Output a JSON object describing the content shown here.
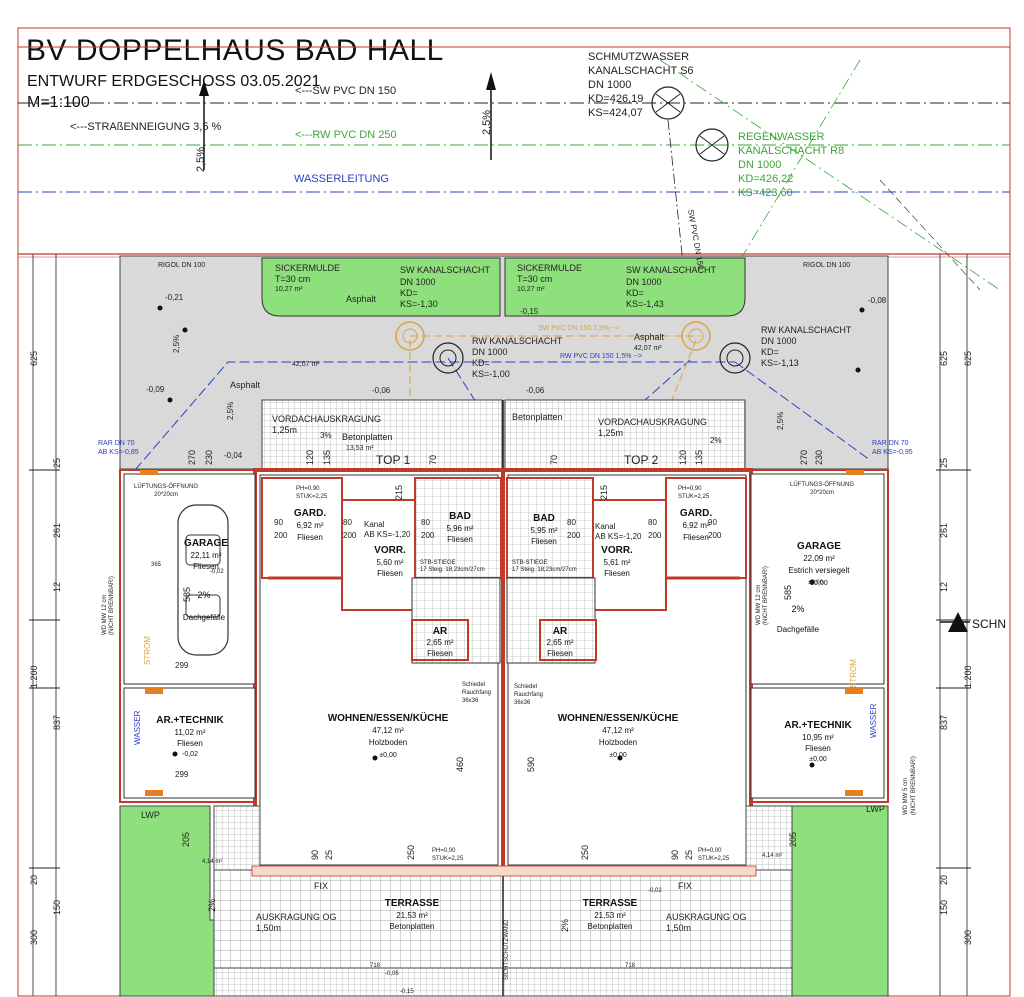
{
  "header": {
    "title": "BV DOPPELHAUS BAD HALL",
    "subtitle": "ENTWURF ERDGESCHOSS 03.05.2021",
    "scale": "M=1:100"
  },
  "colors": {
    "line": "#222222",
    "green_line": "#3aa63a",
    "blue_line": "#2b3fc8",
    "orange": "#d9a441",
    "lawn": "#8ee07c",
    "paving": "#d9d9d9",
    "wall_red": "#c0392b"
  },
  "site_labels": {
    "sw_pipe_top": "<---SW PVC DN 150",
    "street_slope": "<---STRAßENNEIGUNG 3,5 %",
    "rw_pipe_top": "<---RW PVC DN 250",
    "slope_left": "2,5%",
    "slope_mid": "2,5%",
    "water_line": "WASSERLEITUNG",
    "sw_shaft_title": "SCHMUTZWASSER",
    "sw_shaft_name": "KANALSCHACHT S6",
    "sw_shaft_dn": "DN 1000",
    "sw_shaft_kd": "KD=426,19",
    "sw_shaft_ks": "KS=424,07",
    "rw_shaft_title": "REGENWASSER",
    "rw_shaft_name": "KANALSCHACHT R8",
    "rw_shaft_dn": "DN 1000",
    "rw_shaft_kd": "KD=426,22",
    "rw_shaft_ks": "KS=423,60",
    "sw_pvc_vertical": "SW PVC DN 150",
    "schn": "SCHN"
  },
  "yard_labels": {
    "rigol_left": "RIGOL DN 100",
    "rigol_right": "RIGOL DN 100",
    "sicker_left": "SICKERMULDE",
    "sicker_left_t": "T=30 cm",
    "sicker_left_area": "10,27 m²",
    "sicker_right": "SICKERMULDE",
    "sicker_right_t": "T=30 cm",
    "sicker_right_area": "10,27 m²",
    "swk_left": "SW KANALSCHACHT",
    "swk_left_dn": "DN 1000",
    "swk_left_kd": "KD=",
    "swk_left_ks": "KS=-1,30",
    "swk_right": "SW KANALSCHACHT",
    "swk_right_dn": "DN 1000",
    "swk_right_kd": "KD=",
    "swk_right_ks": "KS=-1,43",
    "asphalt_left": "Asphalt",
    "asphalt_right": "Asphalt",
    "asphalt_right_area": "42,07 m²",
    "asphalt_left_area": "42,07 m²",
    "asphalt_small": "Asphalt",
    "rwk_mid": "RW KANALSCHACHT",
    "rwk_mid_dn": "DN 1000",
    "rwk_mid_kd": "KD=",
    "rwk_mid_ks": "KS=-1,00",
    "rwk_right": "RW KANALSCHACHT",
    "rwk_right_dn": "DN 1000",
    "rwk_right_kd": "KD=",
    "rwk_right_ks": "KS=-1,13",
    "sw_pvc_15": "SW PVC DN 150 1,5% -->",
    "rw_pvc_15": "RW PVC DN 150 1,5% -->",
    "lvl_021": "-0,21",
    "lvl_008": "-0,08",
    "lvl_015": "-0,15",
    "lvl_009": "-0,09",
    "lvl_004": "-0,04",
    "lvl_006a": "-0,06",
    "lvl_006b": "-0,06",
    "slope_25a": "2,5%",
    "slope_25b": "2,5%",
    "slope_25c": "2,5%",
    "slope_2": "2%",
    "slope_3": "3%",
    "rar_left": "RAR DN 70",
    "rar_left_ks": "AB KS=-0,85",
    "rar_right": "RAR DN 70",
    "rar_right_ks": "AB KS=-0,95"
  },
  "canopy": {
    "left_title": "VORDACHAUSKRAGUNG",
    "left_dim": "1,25m",
    "left_mat": "Betonplatten",
    "left_area": "13,53 m²",
    "right_title": "VORDACHAUSKRAGUNG",
    "right_dim": "1,25m",
    "right_mat": "Betonplatten",
    "top1": "TOP 1",
    "top2": "TOP 2"
  },
  "rooms": {
    "garage_l": {
      "name": "GARAGE",
      "area": "22,11 m²",
      "floor": "Fliesen",
      "slope": "2%",
      "note": "Dachgefälle",
      "vent": "LÜFTUNGS-ÖFFNUNG",
      "vent_size": "20*20cm"
    },
    "garage_r": {
      "name": "GARAGE",
      "area": "22,09 m²",
      "floor": "Estrich versiegelt",
      "slope": "2%",
      "note": "Dachgefälle",
      "vent": "LÜFTUNGS-ÖFFNUNG",
      "vent_size": "20*20cm",
      "lvl": "±0,00"
    },
    "gard_l": {
      "name": "GARD.",
      "area": "6,92 m²",
      "floor": "Fliesen"
    },
    "gard_r": {
      "name": "GARD.",
      "area": "6,92 m²",
      "floor": "Fliesen"
    },
    "bad_l": {
      "name": "BAD",
      "area": "5,96 m²",
      "floor": "Fliesen"
    },
    "bad_r": {
      "name": "BAD",
      "area": "5,95 m²",
      "floor": "Fliesen"
    },
    "vorr_l": {
      "name": "VORR.",
      "area": "5,60 m²",
      "floor": "Fliesen"
    },
    "vorr_r": {
      "name": "VORR.",
      "area": "5,61 m²",
      "floor": "Fliesen"
    },
    "ar_l": {
      "name": "AR",
      "area": "2,65 m²",
      "floor": "Fliesen"
    },
    "ar_r": {
      "name": "AR",
      "area": "2,65 m²",
      "floor": "Fliesen"
    },
    "wohnen_l": {
      "name": "WOHNEN/ESSEN/KÜCHE",
      "area": "47,12 m²",
      "floor": "Holzboden",
      "lvl": "±0,00"
    },
    "wohnen_r": {
      "name": "WOHNEN/ESSEN/KÜCHE",
      "area": "47,12 m²",
      "floor": "Holzboden",
      "lvl": "±0,00"
    },
    "tech_l": {
      "name": "AR.+TECHNIK",
      "area": "11,02 m²",
      "floor": "Fliesen",
      "lvl": "-0,02"
    },
    "tech_r": {
      "name": "AR.+TECHNIK",
      "area": "10,95 m²",
      "floor": "Fliesen",
      "lvl": "±0,00"
    },
    "terr_l": {
      "name": "TERRASSE",
      "area": "21,53 m²",
      "floor": "Betonplatten"
    },
    "terr_r": {
      "name": "TERRASSE",
      "area": "21,53 m²",
      "floor": "Betonplatten"
    }
  },
  "misc": {
    "kanal_l": "Kanal",
    "kanal_l_ks": "AB KS=-1,20",
    "kanal_r": "Kanal",
    "kanal_r_ks": "AB KS=-1,20",
    "stb_l": "STB-STIEGE",
    "stb_l_d": "17 Steig. 18,23cm/27cm",
    "stb_r": "STB-STIEGE",
    "stb_r_d": "17 Steig. 18,23cm/27cm",
    "schiedel_l": "Schiedel",
    "schiedel_l2": "Rauchfang",
    "schiedel_l3": "36x36",
    "schiedel_r": "Schiedel",
    "schiedel_r2": "Rauchfang",
    "schiedel_r3": "36x36",
    "strom_l": "STROM",
    "strom_r": "STROM",
    "wasser_l": "WASSER",
    "wasser_r": "WASSER",
    "wdmw_l": "WD MW 12 cm",
    "wdmw_l2": "(NICHT BRENNBAR!)",
    "wdmw_r": "WD MW 5 cm",
    "wdmw_r2": "(NICHT BRENNBAR!)",
    "lwp_l": "LWP",
    "lwp_r": "LWP",
    "fix_l": "FIX",
    "fix_r": "FIX",
    "ph_stuk_1": "PH=0,90",
    "ph_stuk_1b": "STUK=2,25",
    "ph_stuk_2": "PH=0,90",
    "ph_stuk_2b": "STUK=2,25",
    "ph_stuk_3": "PH=0,00",
    "ph_stuk_3b": "STUK=2,25",
    "ph_stuk_4": "PH=0,00",
    "ph_stuk_4b": "STUK=2,25",
    "ausk_l": "AUSKRAGUNG OG",
    "ausk_l2": "1,50m",
    "ausk_r": "AUSKRAGUNG OG",
    "ausk_r2": "1,50m",
    "lvl_414_l": "4,14 m²",
    "lvl_414_r": "4,14 m²",
    "lvl_002a": "-0,02",
    "lvl_002b": "-0,02",
    "lvl_006c": "-0,06",
    "lvl_015b": "-0,15",
    "slope_2b": "2%",
    "slope_2c": "2%",
    "dim_718a": "718",
    "dim_718b": "718",
    "swp": "SICHTSCHUTZWAND",
    "lvl_000a": "±0,00"
  },
  "dims": {
    "d625": "625",
    "d25": "25",
    "d261": "261",
    "d12": "12",
    "d1200": "1.200",
    "d837": "837",
    "d20": "20",
    "d150": "150",
    "d300": "300",
    "d205": "205",
    "d270": "270",
    "d230": "230",
    "d120": "120",
    "d135": "135",
    "d90": "90",
    "d80": "80",
    "d200": "200",
    "d299": "299",
    "d585": "585",
    "d365": "365",
    "d460": "460",
    "d590": "590",
    "d250": "250",
    "d70": "70",
    "d215": "215",
    "d590_note": "590"
  }
}
